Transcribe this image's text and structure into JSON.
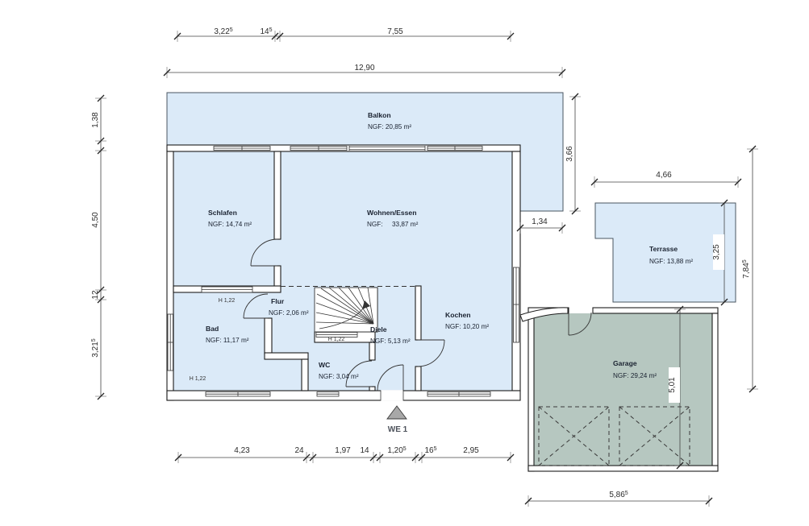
{
  "plan": {
    "unit_label": "WE 1",
    "sill_label": "H 1,22",
    "rooms": {
      "balkon": {
        "name": "Balkon",
        "area": "NGF: 20,85 m²"
      },
      "schlafen": {
        "name": "Schlafen",
        "area": "NGF: 14,74 m²"
      },
      "wohnen_essen": {
        "name": "Wohnen/Essen",
        "area_label": "NGF:",
        "area_value": "33,87 m²"
      },
      "flur": {
        "name": "Flur",
        "area": "NGF: 2,06 m²"
      },
      "bad": {
        "name": "Bad",
        "area": "NGF: 11,17 m²"
      },
      "diele": {
        "name": "Diele",
        "area": "NGF: 5,13 m²"
      },
      "wc": {
        "name": "WC",
        "area": "NGF: 3,04 m²"
      },
      "kochen": {
        "name": "Kochen",
        "area": "NGF: 10,20 m²"
      },
      "garage": {
        "name": "Garage",
        "area": "NGF: 29,24 m²"
      },
      "terrasse": {
        "name": "Terrasse",
        "area": "NGF: 13,88 m²"
      }
    },
    "dimensions": {
      "top_segments": [
        {
          "v": "3,22",
          "sup": "5"
        },
        {
          "v": "14",
          "sup": "5"
        },
        {
          "v": "7,55",
          "sup": ""
        }
      ],
      "top_total": "12,90",
      "left": [
        {
          "v": "1,38",
          "sup": ""
        },
        {
          "v": "4,50",
          "sup": ""
        },
        {
          "v": "12",
          "sup": ""
        },
        {
          "v": "3,21",
          "sup": "5"
        }
      ],
      "balkon_right": "3,66",
      "balkon_offset": "1,34",
      "terrasse_width": "4,66",
      "terrasse_depth": "3,25",
      "right_total": {
        "v": "7,84",
        "sup": "5"
      },
      "garage_depth": "5,01",
      "garage_width": {
        "v": "5,86",
        "sup": "5"
      },
      "bottom": [
        {
          "v": "4,23",
          "sup": ""
        },
        {
          "v": "24",
          "sup": ""
        },
        {
          "v": "1,97",
          "sup": ""
        },
        {
          "v": "14",
          "sup": ""
        },
        {
          "v": "1,20",
          "sup": "5"
        },
        {
          "v": "16",
          "sup": "5"
        },
        {
          "v": "2,95",
          "sup": ""
        }
      ]
    },
    "colors": {
      "room_fill": "#dbeaf8",
      "garage_fill": "#b6c7c0",
      "wall_line": "#1c1c1c",
      "text_dark": "#1a2230",
      "dim_text": "#2b2b2b"
    }
  }
}
